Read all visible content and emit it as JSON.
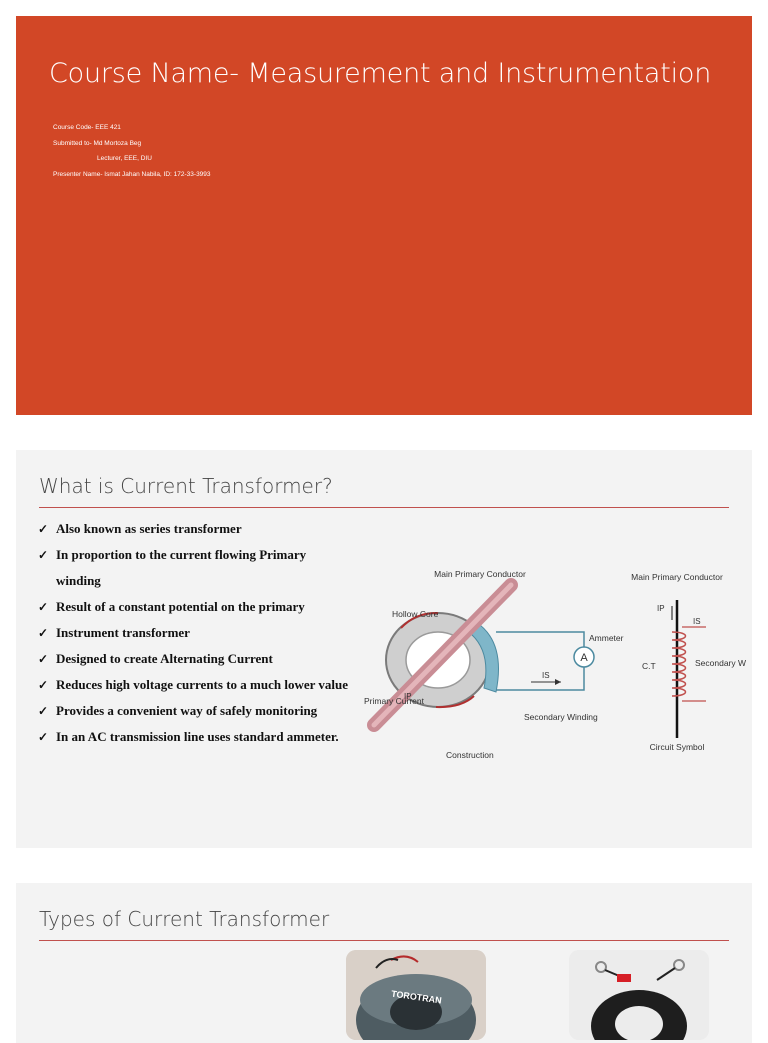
{
  "title_slide": {
    "title": "Course Name- Measurement and Instrumentation",
    "course_code": "Course Code- EEE 421",
    "submitted_to": "Submitted to- Md Mortoza Beg",
    "lecturer": "Lecturer, EEE, DIU",
    "presenter": "Presenter Name- Ismat Jahan Nabila, ID: 172-33-3993"
  },
  "what_slide": {
    "heading": "What is Current Transformer?",
    "bullets": [
      "Also known as series transformer",
      "In proportion to the current flowing Primary winding",
      "Result of a constant potential on the primary",
      "Instrument transformer",
      "Designed to create Alternating Current",
      "Reduces high voltage currents to a much lower value",
      "Provides a convenient way of safely monitoring",
      "In an AC transmission line uses standard ammeter."
    ],
    "diagram": {
      "main_primary_conductor": "Main Primary Conductor",
      "hollow_core": "Hollow Core",
      "ammeter": "Ammeter",
      "ammeter_symbol": "A",
      "primary_current": "Primary Current",
      "ip": "IP",
      "is": "IS",
      "secondary_winding": "Secondary Winding",
      "construction": "Construction",
      "ct": "C.T",
      "circuit_symbol": "Circuit Symbol"
    }
  },
  "types_slide": {
    "heading": "Types of Current Transformer",
    "photo_brand_text": "TOROTRAN"
  },
  "colors": {
    "title_bg": "#d24726",
    "slide_bg": "#f3f3f3",
    "rule": "#c0504d"
  }
}
